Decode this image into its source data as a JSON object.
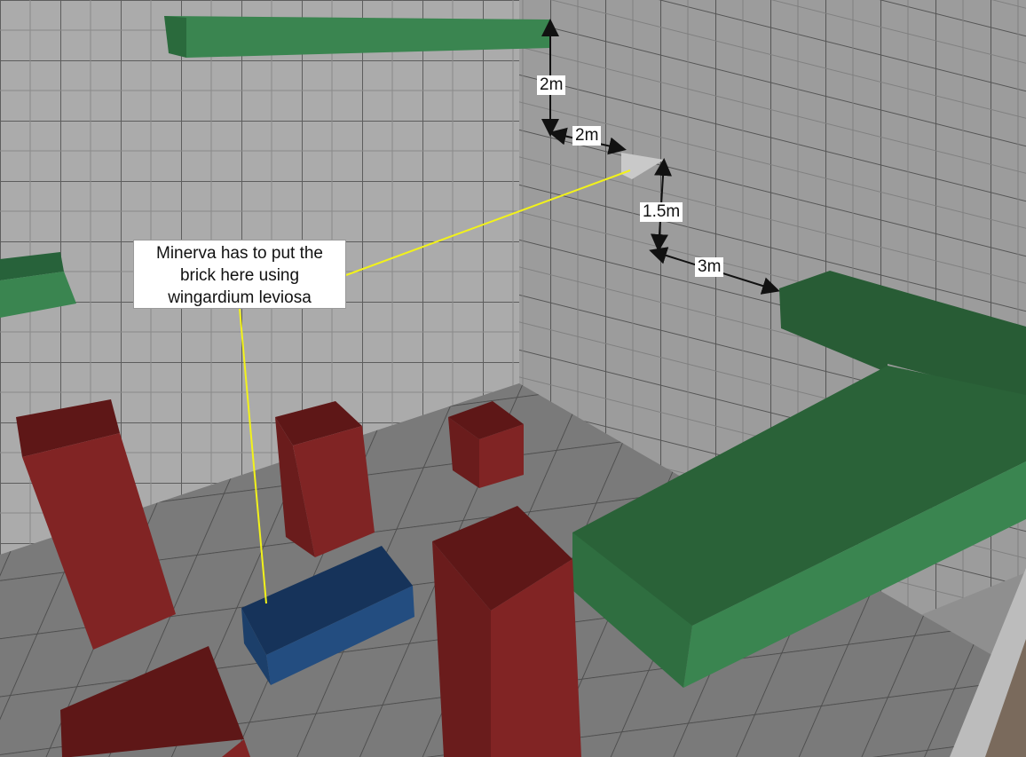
{
  "annotation": {
    "lines": [
      "Minerva has to put the",
      "brick here using",
      "wingardium leviosa"
    ]
  },
  "measurements": {
    "top_vertical": "2m",
    "top_horizontal": "2m",
    "mid_vertical": "1.5m",
    "bottom_horizontal": "3m"
  },
  "colors": {
    "wall": "#a9a9a9",
    "floor": "#7b7b7b",
    "green_block": "#2b6a3c",
    "red_block": "#7d2222",
    "blue_brick": "#1c3f6a",
    "target_marker": "#c9c9c9",
    "pointer_line": "#f2f21a"
  }
}
